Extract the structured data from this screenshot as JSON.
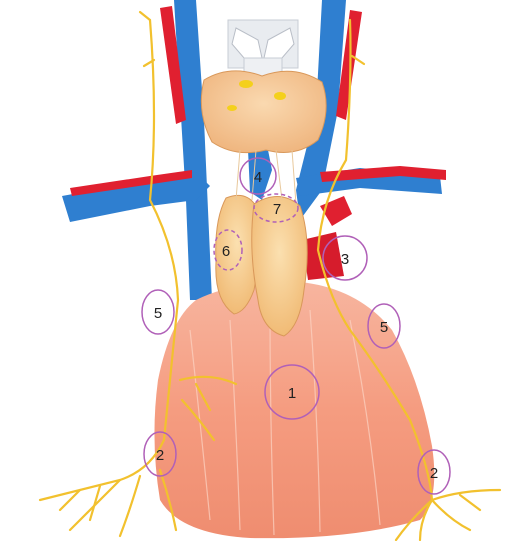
{
  "labels": {
    "one": "1",
    "two_left": "2",
    "two_right": "2",
    "three": "3",
    "four": "4",
    "five_left": "5",
    "five_right": "5",
    "six": "6",
    "seven": "7"
  },
  "colors": {
    "vein": "#2f7fd0",
    "artery": "#e02030",
    "nerve": "#f2c12e",
    "thymus": "#f3c27a",
    "thyroid": "#f0bf7e",
    "muscle": "#f59a7d",
    "cartilage": "#e6e9ee",
    "circle_solid": "#b060b8",
    "circle_dashed": "#b060b8"
  }
}
